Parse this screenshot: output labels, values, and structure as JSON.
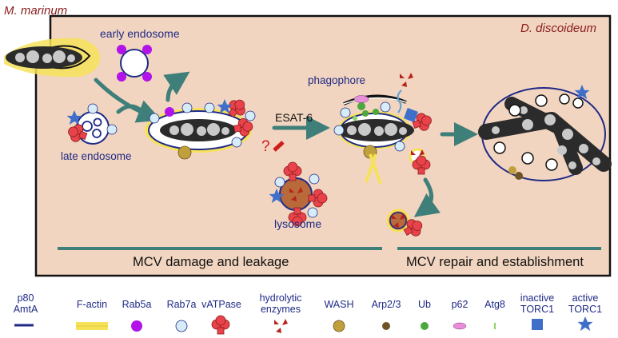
{
  "organisms": {
    "bacterium": "M. marinum",
    "host": "D. discoideum"
  },
  "labels": {
    "early_endosome": "early endosome",
    "late_endosome": "late endosome",
    "esat6": "ESAT-6",
    "question": "?",
    "phagophore": "phagophore",
    "lysosome": "lysosome"
  },
  "phases": {
    "damage": "MCV damage and leakage",
    "repair": "MCV repair and establishment"
  },
  "legend": [
    {
      "line1": "p80",
      "line2": "AmtA",
      "icon": "membrane-dash"
    },
    {
      "line1": "F-actin",
      "line2": "",
      "icon": "actin-bar"
    },
    {
      "line1": "Rab5a",
      "line2": "",
      "icon": "purple-dot"
    },
    {
      "line1": "Rab7a",
      "line2": "",
      "icon": "light-blue-circle"
    },
    {
      "line1": "vATPase",
      "line2": "",
      "icon": "red-atpase"
    },
    {
      "line1": "hydrolytic",
      "line2": "enzymes",
      "icon": "red-wedges"
    },
    {
      "line1": "WASH",
      "line2": "",
      "icon": "olive-dot"
    },
    {
      "line1": "Arp2/3",
      "line2": "",
      "icon": "brown-dot"
    },
    {
      "line1": "Ub",
      "line2": "",
      "icon": "green-dot"
    },
    {
      "line1": "p62",
      "line2": "",
      "icon": "pink-ellipse"
    },
    {
      "line1": "Atg8",
      "line2": "",
      "icon": "green-tick"
    },
    {
      "line1": "inactive",
      "line2": "TORC1",
      "icon": "blue-square"
    },
    {
      "line1": "active",
      "line2": "TORC1",
      "icon": "blue-star"
    }
  ],
  "colors": {
    "cell_fill": "#f2d5c0",
    "frame": "#111111",
    "arrow": "#3f7f7a",
    "membrane": "#1f2a86",
    "actin": "#f6e25a",
    "rab5a": "#b113e8",
    "rab7a": "#d6ecf9",
    "vatpase": "#e8434a",
    "hydrolytic": "#b7241d",
    "wash": "#c0a03a",
    "arp23": "#6e5424",
    "ub": "#4ca83e",
    "p62": "#e88ed8",
    "atg8": "#8ed66a",
    "torc1": "#3f6fc9",
    "bacterium": "#2b2b2b",
    "inclusion": "#c9c9c9",
    "text_blue": "#1f2a86",
    "text_red": "#8a1c1c"
  }
}
